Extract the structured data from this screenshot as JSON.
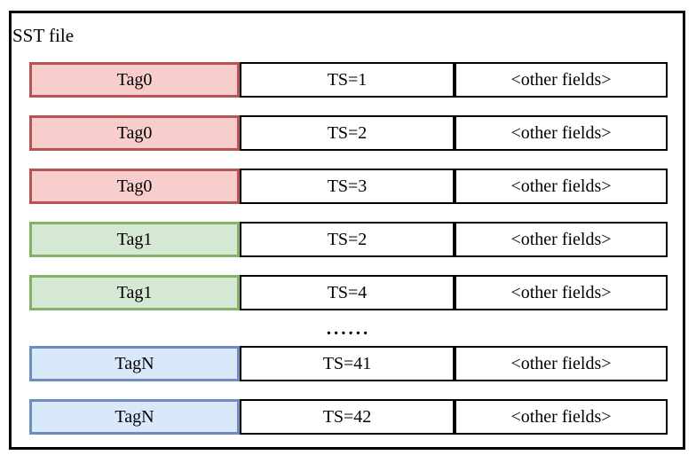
{
  "title": "SST file",
  "colors": {
    "red": {
      "fill": "#f8cecc",
      "border": "#b85450"
    },
    "green": {
      "fill": "#d5e8d4",
      "border": "#82b366"
    },
    "blue": {
      "fill": "#dae8fc",
      "border": "#6c8ebf"
    },
    "cell_border": "#000000",
    "outer_border": "#000000"
  },
  "rows": [
    {
      "tag": "Tag0",
      "ts": "TS=1",
      "other": "<other fields>",
      "color": "red"
    },
    {
      "tag": "Tag0",
      "ts": "TS=2",
      "other": "<other fields>",
      "color": "red"
    },
    {
      "tag": "Tag0",
      "ts": "TS=3",
      "other": "<other fields>",
      "color": "red"
    },
    {
      "tag": "Tag1",
      "ts": "TS=2",
      "other": "<other fields>",
      "color": "green"
    },
    {
      "tag": "Tag1",
      "ts": "TS=4",
      "other": "<other fields>",
      "color": "green"
    },
    {
      "type": "ellipsis",
      "label": "......"
    },
    {
      "tag": "TagN",
      "ts": "TS=41",
      "other": "<other fields>",
      "color": "blue"
    },
    {
      "tag": "TagN",
      "ts": "TS=42",
      "other": "<other fields>",
      "color": "blue"
    }
  ]
}
